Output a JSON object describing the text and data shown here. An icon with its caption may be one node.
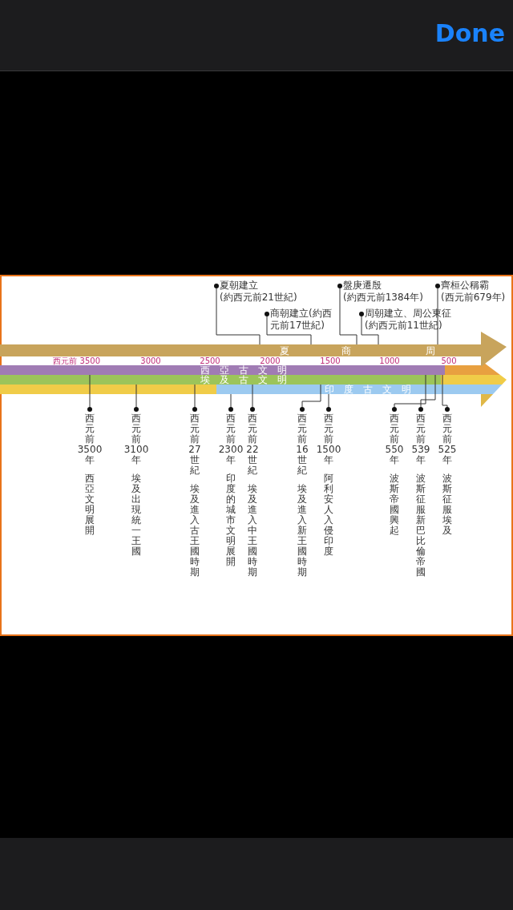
{
  "diagram": {
    "nodes": [
      {
        "text": [
          "夏朝建立",
          "(約西元前21世紀)"
        ]
      },
      {
        "text": [
          "盤庚遷殷",
          "(約西元前1384年)"
        ]
      },
      {
        "text": [
          "齊桓公稱霸",
          "(西元前679年)"
        ]
      },
      {
        "text": [
          "商朝建立(約西元前17世紀)"
        ]
      },
      {
        "text": [
          "周朝建立、周公東征",
          "(約西元前11世紀)"
        ]
      },
      {
        "text": [
          "夏",
          "商",
          "周"
        ]
      },
      {
        "text": [
          "西亞古文明"
        ]
      },
      {
        "text": [
          "埃及古文明"
        ]
      },
      {
        "text": [
          "印度古文明"
        ]
      },
      {
        "text": [
          "西元前3500年",
          "西亞文明展開"
        ]
      },
      {
        "text": [
          "西元前3100年",
          "埃及出現統一王國"
        ]
      },
      {
        "text": [
          "西元前27世紀",
          "埃及進入古王國時期"
        ]
      },
      {
        "text": [
          "西元前2300年",
          "印度的城市文明展開"
        ]
      },
      {
        "text": [
          "西元前22世紀",
          "埃及進入中王國時期"
        ]
      },
      {
        "text": [
          "西元前16世紀",
          "埃及進入新王國時期"
        ]
      },
      {
        "text": [
          "西元前1500年",
          "阿利安人入侵印度"
        ]
      },
      {
        "text": [
          "西元前550年",
          "波斯帝國興起"
        ]
      },
      {
        "text": [
          "西元前539年",
          "波斯征服新巴比倫帝國"
        ]
      },
      {
        "text": [
          "西元前525年",
          "波斯征服埃及"
        ]
      }
    ],
    "edges": [
      {
        "from": 0,
        "to": 5,
        "arrow": "other"
      },
      {
        "from": 1,
        "to": 5,
        "arrow": "other"
      },
      {
        "from": 2,
        "to": 5,
        "arrow": "other"
      },
      {
        "from": 3,
        "to": 5,
        "arrow": "other"
      },
      {
        "from": 4,
        "to": 5,
        "arrow": "other"
      },
      {
        "from": 9,
        "to": 6,
        "arrow": "other"
      },
      {
        "from": 10,
        "to": 7,
        "arrow": "other"
      },
      {
        "from": 11,
        "to": 7,
        "arrow": "other"
      },
      {
        "from": 12,
        "to": 8,
        "arrow": "other"
      },
      {
        "from": 13,
        "to": 7,
        "arrow": "other"
      },
      {
        "from": 14,
        "to": 7,
        "arrow": "other"
      },
      {
        "from": 15,
        "to": 8,
        "arrow": "other"
      },
      {
        "from": 16,
        "to": 6,
        "arrow": "other"
      },
      {
        "from": 17,
        "to": 6,
        "arrow": "other"
      },
      {
        "from": 18,
        "to": 6,
        "arrow": "other"
      }
    ],
    "labels": [
      "Done",
      "西元前 3500",
      "3000",
      "2500",
      "2000",
      "1500",
      "1000",
      "500"
    ]
  }
}
